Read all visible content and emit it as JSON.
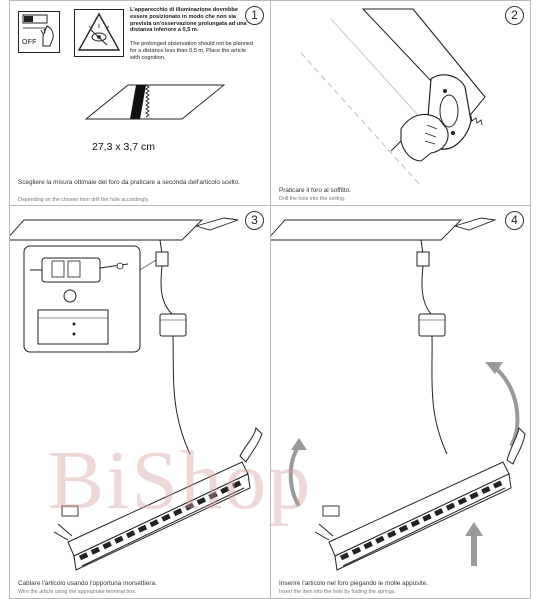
{
  "panel1": {
    "step": "1",
    "switch_text": "OFF",
    "warning_it": "L'apparecchio di illuminazione dovrebbe essere posizionato in modo che non sia prevista un'osservazione prolungata ad una distanza inferiore a 0,5 m.",
    "warning_en": "The prolonged observation should not be planned for a distance less than 0,5 m. Place the article with cognition.",
    "dimension": "27,3 x 3,7 cm",
    "caption_it": "Scegliere la misura ottimale del foro da praticare a seconda dell'articolo scelto.",
    "caption_en": "Depending on the chosen item drill the hole accordingly."
  },
  "panel2": {
    "step": "2",
    "caption_it": "Praticare il foro al soffitto.",
    "caption_en": "Drill the hole into the ceiling."
  },
  "panel3": {
    "step": "3",
    "caption_it": "Cablare l'articolo usando l'opportuna morsettiera.",
    "caption_en": "Wire the article using the appropriate terminal box."
  },
  "panel4": {
    "step": "4",
    "caption_it": "Inserire l'articolo nel foro piegando le molle apposite.",
    "caption_en": "Insert the item into the hole by folding the springs."
  },
  "watermark": "BiShop",
  "colors": {
    "line": "#222222",
    "border": "#b9b9b9",
    "arrow": "#9a9a9a",
    "watermark": "#d6a0a0"
  }
}
